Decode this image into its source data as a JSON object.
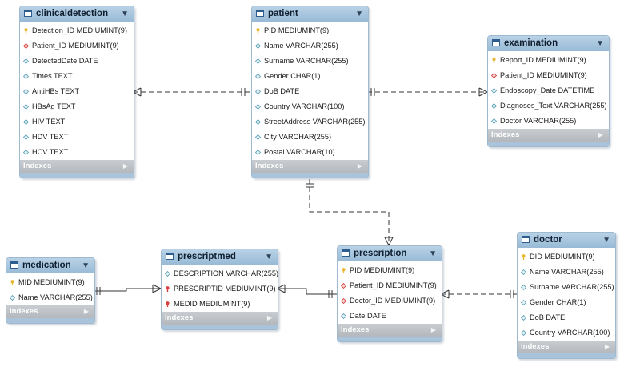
{
  "diagram": {
    "footer_label": "Indexes",
    "tables": [
      {
        "id": "clinicaldetection",
        "name": "clinicaldetection",
        "columns": [
          {
            "text": "Detection_ID MEDIUMINT(9)",
            "icon": "primary-key-icon"
          },
          {
            "text": "Patient_ID MEDIUMINT(9)",
            "icon": "foreign-key-icon"
          },
          {
            "text": "DetectedDate DATE",
            "icon": "column-icon"
          },
          {
            "text": "Times TEXT",
            "icon": "column-icon"
          },
          {
            "text": "AntiHBs TEXT",
            "icon": "column-icon"
          },
          {
            "text": "HBsAg TEXT",
            "icon": "column-icon"
          },
          {
            "text": "HIV TEXT",
            "icon": "column-icon"
          },
          {
            "text": "HDV TEXT",
            "icon": "column-icon"
          },
          {
            "text": "HCV TEXT",
            "icon": "column-icon"
          }
        ]
      },
      {
        "id": "patient",
        "name": "patient",
        "columns": [
          {
            "text": "PID MEDIUMINT(9)",
            "icon": "primary-key-icon"
          },
          {
            "text": "Name VARCHAR(255)",
            "icon": "column-icon"
          },
          {
            "text": "Surname VARCHAR(255)",
            "icon": "column-icon"
          },
          {
            "text": "Gender CHAR(1)",
            "icon": "column-icon"
          },
          {
            "text": "DoB DATE",
            "icon": "column-icon"
          },
          {
            "text": "Country VARCHAR(100)",
            "icon": "column-icon"
          },
          {
            "text": "StreetAddress VARCHAR(255)",
            "icon": "column-icon"
          },
          {
            "text": "City VARCHAR(255)",
            "icon": "column-icon"
          },
          {
            "text": "Postal VARCHAR(10)",
            "icon": "column-icon"
          }
        ]
      },
      {
        "id": "examination",
        "name": "examination",
        "columns": [
          {
            "text": "Report_ID MEDIUMINT(9)",
            "icon": "primary-key-icon"
          },
          {
            "text": "Patient_ID MEDIUMINT(9)",
            "icon": "foreign-key-icon"
          },
          {
            "text": "Endoscopy_Date DATETIME",
            "icon": "column-icon"
          },
          {
            "text": "Diagnoses_Text VARCHAR(255)",
            "icon": "column-icon"
          },
          {
            "text": "Doctor VARCHAR(255)",
            "icon": "column-icon"
          }
        ]
      },
      {
        "id": "medication",
        "name": "medication",
        "columns": [
          {
            "text": "MID MEDIUMINT(9)",
            "icon": "primary-key-icon"
          },
          {
            "text": "Name VARCHAR(255)",
            "icon": "column-icon"
          }
        ]
      },
      {
        "id": "prescriptmed",
        "name": "prescriptmed",
        "columns": [
          {
            "text": "DESCRIPTION VARCHAR(255)",
            "icon": "column-icon"
          },
          {
            "text": "PRESCRIPTID MEDIUMINT(9)",
            "icon": "primary-foreign-key-icon"
          },
          {
            "text": "MEDID MEDIUMINT(9)",
            "icon": "primary-foreign-key-icon"
          }
        ]
      },
      {
        "id": "prescription",
        "name": "prescription",
        "columns": [
          {
            "text": "PID MEDIUMINT(9)",
            "icon": "primary-key-icon"
          },
          {
            "text": "Patient_ID MEDIUMINT(9)",
            "icon": "foreign-key-icon"
          },
          {
            "text": "Doctor_ID MEDIUMINT(9)",
            "icon": "foreign-key-icon"
          },
          {
            "text": "Date DATE",
            "icon": "column-icon"
          }
        ]
      },
      {
        "id": "doctor",
        "name": "doctor",
        "columns": [
          {
            "text": "DID MEDIUMINT(9)",
            "icon": "primary-key-icon"
          },
          {
            "text": "Name VARCHAR(255)",
            "icon": "column-icon"
          },
          {
            "text": "Surname VARCHAR(255)",
            "icon": "column-icon"
          },
          {
            "text": "Gender CHAR(1)",
            "icon": "column-icon"
          },
          {
            "text": "DoB DATE",
            "icon": "column-icon"
          },
          {
            "text": "Country VARCHAR(100)",
            "icon": "column-icon"
          }
        ]
      }
    ],
    "relationships": [
      {
        "from": "patient",
        "to": "clinicaldetection",
        "style": "dashed",
        "cardinality": "one-to-many"
      },
      {
        "from": "patient",
        "to": "examination",
        "style": "dashed",
        "cardinality": "one-to-many"
      },
      {
        "from": "patient",
        "to": "prescription",
        "style": "dashed",
        "cardinality": "one-to-many"
      },
      {
        "from": "doctor",
        "to": "prescription",
        "style": "dashed",
        "cardinality": "one-to-many"
      },
      {
        "from": "medication",
        "to": "prescriptmed",
        "style": "solid",
        "cardinality": "one-to-many"
      },
      {
        "from": "prescription",
        "to": "prescriptmed",
        "style": "solid",
        "cardinality": "one-to-many"
      }
    ],
    "colors": {
      "header": "#a9c7e0",
      "footer": "#bfc3c7",
      "primary_key": "#e8b830",
      "foreign_key": "#d94040",
      "column": "#5fa3b8",
      "line": "#333333"
    }
  }
}
